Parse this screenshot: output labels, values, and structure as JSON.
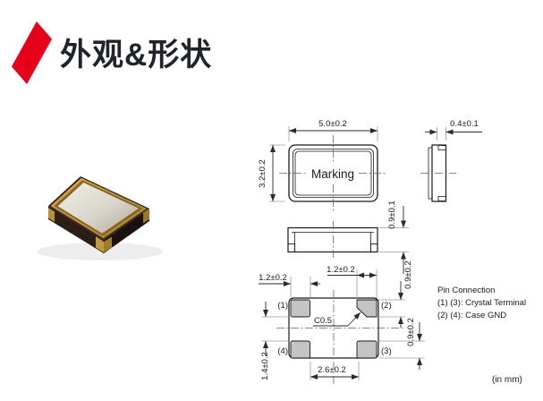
{
  "header": {
    "title": "外观&形状"
  },
  "colors": {
    "accent_red": "#e60019",
    "title_text": "#20222c",
    "pad_gray": "#c4c4c4"
  },
  "drawing": {
    "top_view": {
      "width_dim": "5.0±0.2",
      "height_dim": "3.2±0.2",
      "marking": "Marking"
    },
    "front_view": {
      "height_dim": "0.9±0.1"
    },
    "end_view": {
      "width_dim": "0.4±0.1"
    },
    "bottom_view": {
      "pad1_width_dim": "1.2±0.2",
      "pad2_width_dim": "1.2±0.2",
      "pad2_height_dim": "0.9±0.2",
      "pad3_height_dim": "0.9±0.2",
      "pads_gap_vertical_dim": "1.4±0.2",
      "pads_pitch_horizontal_dim": "2.6±0.2",
      "chamfer_label": "C0.5",
      "pin_labels": {
        "pin1": "(1)",
        "pin2": "(2)",
        "pin3": "(3)",
        "pin4": "(4)"
      }
    },
    "pin_connection": {
      "title": "Pin Connection",
      "crystal_terminal": "(1) (3): Crystal Terminal",
      "case_gnd": "(2) (4): Case GND"
    },
    "unit_note": "(in mm)"
  }
}
